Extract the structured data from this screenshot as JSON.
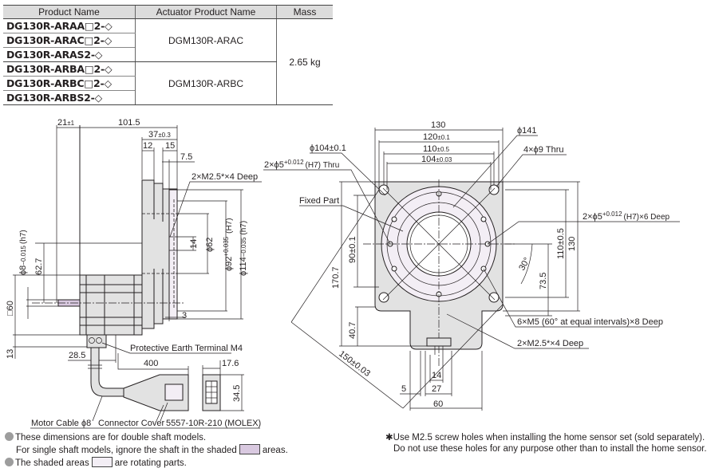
{
  "table": {
    "headers": [
      "Product Name",
      "Actuator Product Name",
      "Mass"
    ],
    "products": [
      "DG130R-ARAA□2-◇",
      "DG130R-ARAC□2-◇",
      "DG130R-ARAS2-◇",
      "DG130R-ARBA□2-◇",
      "DG130R-ARBC□2-◇",
      "DG130R-ARBS2-◇"
    ],
    "actuators": [
      "DGM130R-ARAC",
      "DGM130R-ARBC"
    ],
    "mass": "2.65 kg"
  },
  "side_view": {
    "dims": {
      "d21": "21",
      "d21_tol": "±1",
      "d101_5": "101.5",
      "d37": "37",
      "d37_tol": "±0.3",
      "d12": "12",
      "d15": "15",
      "d7_5": "7.5",
      "d14": "14",
      "d3": "3",
      "d62_7": "62.7",
      "sq60": "□60",
      "d13": "13",
      "d28_5": "28.5",
      "d400": "400",
      "d17_6": "17.6",
      "d34_5": "34.5",
      "phi62": "ϕ62",
      "phi92": "ϕ92",
      "phi92_tol": "+0.035 / 0",
      "phi92_fit": "(H7)",
      "phi114": "ϕ114",
      "phi114_tol": "0 / −0.035",
      "phi114_fit": "(h7)",
      "phi8": "ϕ8",
      "phi8_tol": "0 / −0.015",
      "phi8_fit": "(h7)"
    },
    "labels": {
      "m25": "2×M2.5*×4 Deep",
      "pe_terminal": "Protective Earth Terminal M4",
      "motor_cable": "Motor Cable ϕ8",
      "connector_cover": "Connector Cover",
      "connector": "5557-10R-210 (MOLEX)"
    }
  },
  "front_view": {
    "dims": {
      "d130": "130",
      "d120": "120",
      "d120_tol": "±0.1",
      "d110": "110",
      "d110_tol": "±0.5",
      "d104": "104",
      "d104_tol": "±0.03",
      "v110": "110±0.5",
      "v130": "130",
      "d90": "90±0.1",
      "d170_7": "170.7",
      "d40_7": "40.7",
      "d73_5": "73.5",
      "angle30": "30°",
      "d150": "150±0.03",
      "d5": "5",
      "d14": "14",
      "d27": "27",
      "d60": "60"
    },
    "labels": {
      "phi104": "ϕ104±0.1",
      "phi5_thru": "2×ϕ5 +0.012/0 (H7) Thru",
      "phi5_thru_a": "2×ϕ5",
      "phi5_thru_b": "(H7) Thru",
      "phi5_deep_a": "2×ϕ5",
      "phi5_deep_b": "(H7)×6 Deep",
      "tol_up": "+0.012",
      "tol_low": "0",
      "fixed_part": "Fixed Part",
      "phi141": "ϕ141",
      "phi9": "4×ϕ9 Thru",
      "m5": "6×M5 (60° at equal intervals)×8 Deep",
      "m25": "2×M2.5*×4 Deep"
    }
  },
  "notes": {
    "n1": "These dimensions are for double shaft models.",
    "n2a": "For single shaft models, ignore the shaft in the shaded",
    "n2b": "areas.",
    "n3a": "The shaded areas",
    "n3b": "are rotating parts.",
    "star1": "✱Use M2.5 screw holes when installing the home sensor set (sold separately).",
    "star2": "Do not use these holes for any purpose other than to install the home sensor."
  },
  "colors": {
    "body_fill": "#e2e2e2",
    "rotating_fill": "#f3eef5",
    "shaft_fill": "#d9c9e0",
    "header_fill": "#dcdcdc",
    "bullet": "#9d9d9d"
  }
}
